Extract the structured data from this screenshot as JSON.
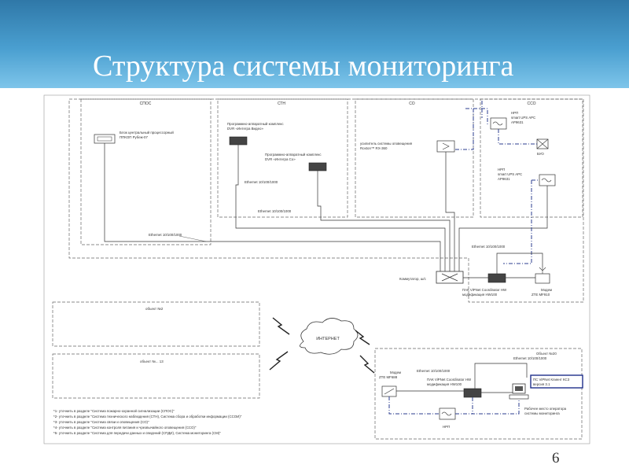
{
  "slide": {
    "title": "Структура системы мониторинга",
    "page_number": "6"
  },
  "diagram": {
    "sections": {
      "spos": "СПОС",
      "sth": "СТН",
      "so": "СО",
      "sso": "ССО"
    },
    "labels": {
      "spos_block": [
        "Блок центральный процессорный",
        "ППКОП Рубеж-07"
      ],
      "sth_complex1": [
        "Программно-аппаратный комплекс",
        "DVR «Интегра Видео»"
      ],
      "sth_complex2": [
        "Программно-аппаратный комплекс",
        "DVR «Интегра Со»"
      ],
      "so_amplifier": [
        "усилитель системы оповещения",
        "Roxton™ RX-360"
      ],
      "sso_nrp": [
        "НРП",
        "smart UPS APC",
        "AP9631"
      ],
      "sso_bukv": "БУО",
      "sso_nrp2": [
        "НРП",
        "smart UPS APC",
        "AP9631"
      ],
      "eth_1": "Ethernet 10/100/1000",
      "eth_2": "Ethernet 10/100/1000",
      "eth_3": "Ethernet 10/100/1000",
      "eth_4": "Ethernet 10/100/1000",
      "switch": "Коммутатор, ш/с",
      "pak": [
        "ПАК ViPNet Coordinator HW",
        "модификация HW100"
      ],
      "modem": [
        "Модем",
        "ZTE MF910"
      ],
      "object2": "объект №2",
      "objectN": "объект №... 13",
      "internet": "ИНТЕРНЕТ",
      "object20": "Объект №20",
      "b_modem": [
        "Модем",
        "ZTE MF688"
      ],
      "b_eth1": "Ethernet 10/100/1000",
      "b_eth2": "Ethernet 10/100/1000",
      "b_pak": [
        "ПАК ViPNet Coordinator HW",
        "модификация HW100"
      ],
      "b_ps": [
        "ПС ViPNet Клиент КС3",
        "версия 3.1"
      ],
      "b_nrp": "НРП",
      "b_workstation": [
        "Рабочее место оператора",
        "системы мониторинга"
      ]
    },
    "footnotes": [
      "*1- уточнить в разделе \"Система пожарно-охранной сигнализации (СПОС)\"",
      "*2- уточнить в разделе \"Система технического наблюдения (СТН), Система сбора и обработки информации (ССОИ)\"",
      "*3- уточнить в разделе \"Система связи и оповещения (СО)\"",
      "*4- уточнить в разделе \"Система контроля питания и чрезвычайного оповещения (ССО)\"",
      "*5- уточнить в разделе \"Система для передачи данных и сведений (СПДИ), Система мониторинга (СМ)\""
    ]
  }
}
